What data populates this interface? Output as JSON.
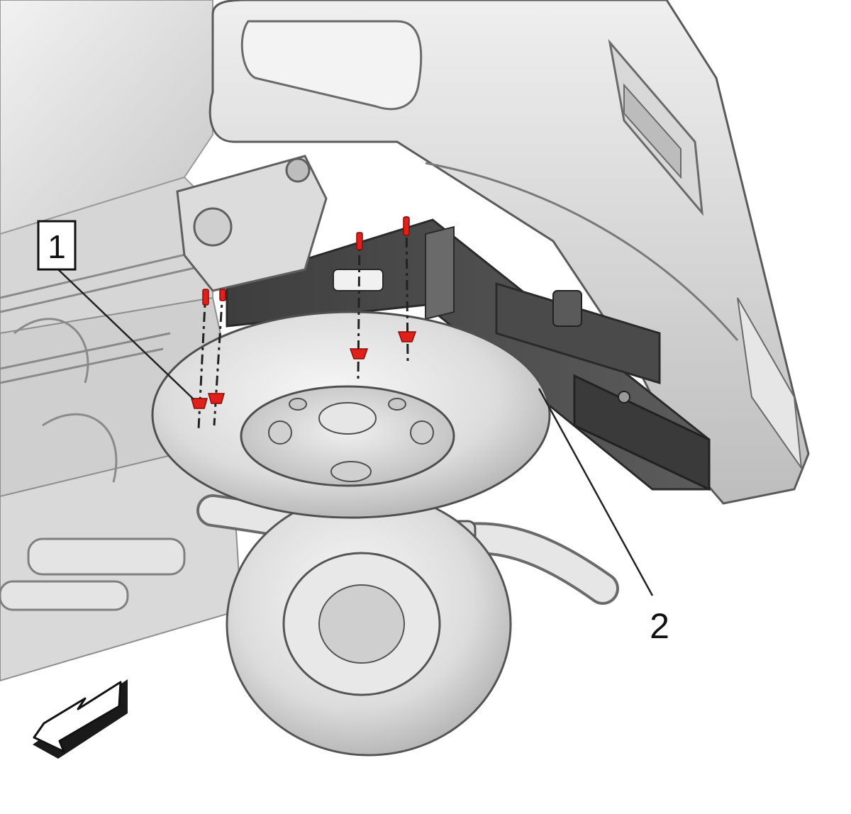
{
  "callouts": [
    {
      "id": "1",
      "label": "1",
      "boxed": true
    },
    {
      "id": "2",
      "label": "2",
      "boxed": false
    }
  ],
  "colors": {
    "fastener": "#e0201b",
    "hitch": "#505050",
    "body_light": "#e2e2e2",
    "body_mid": "#c4c4c4",
    "outline": "#3a3a3a"
  },
  "icons": {
    "direction_arrow": "front-direction-arrow-icon"
  }
}
